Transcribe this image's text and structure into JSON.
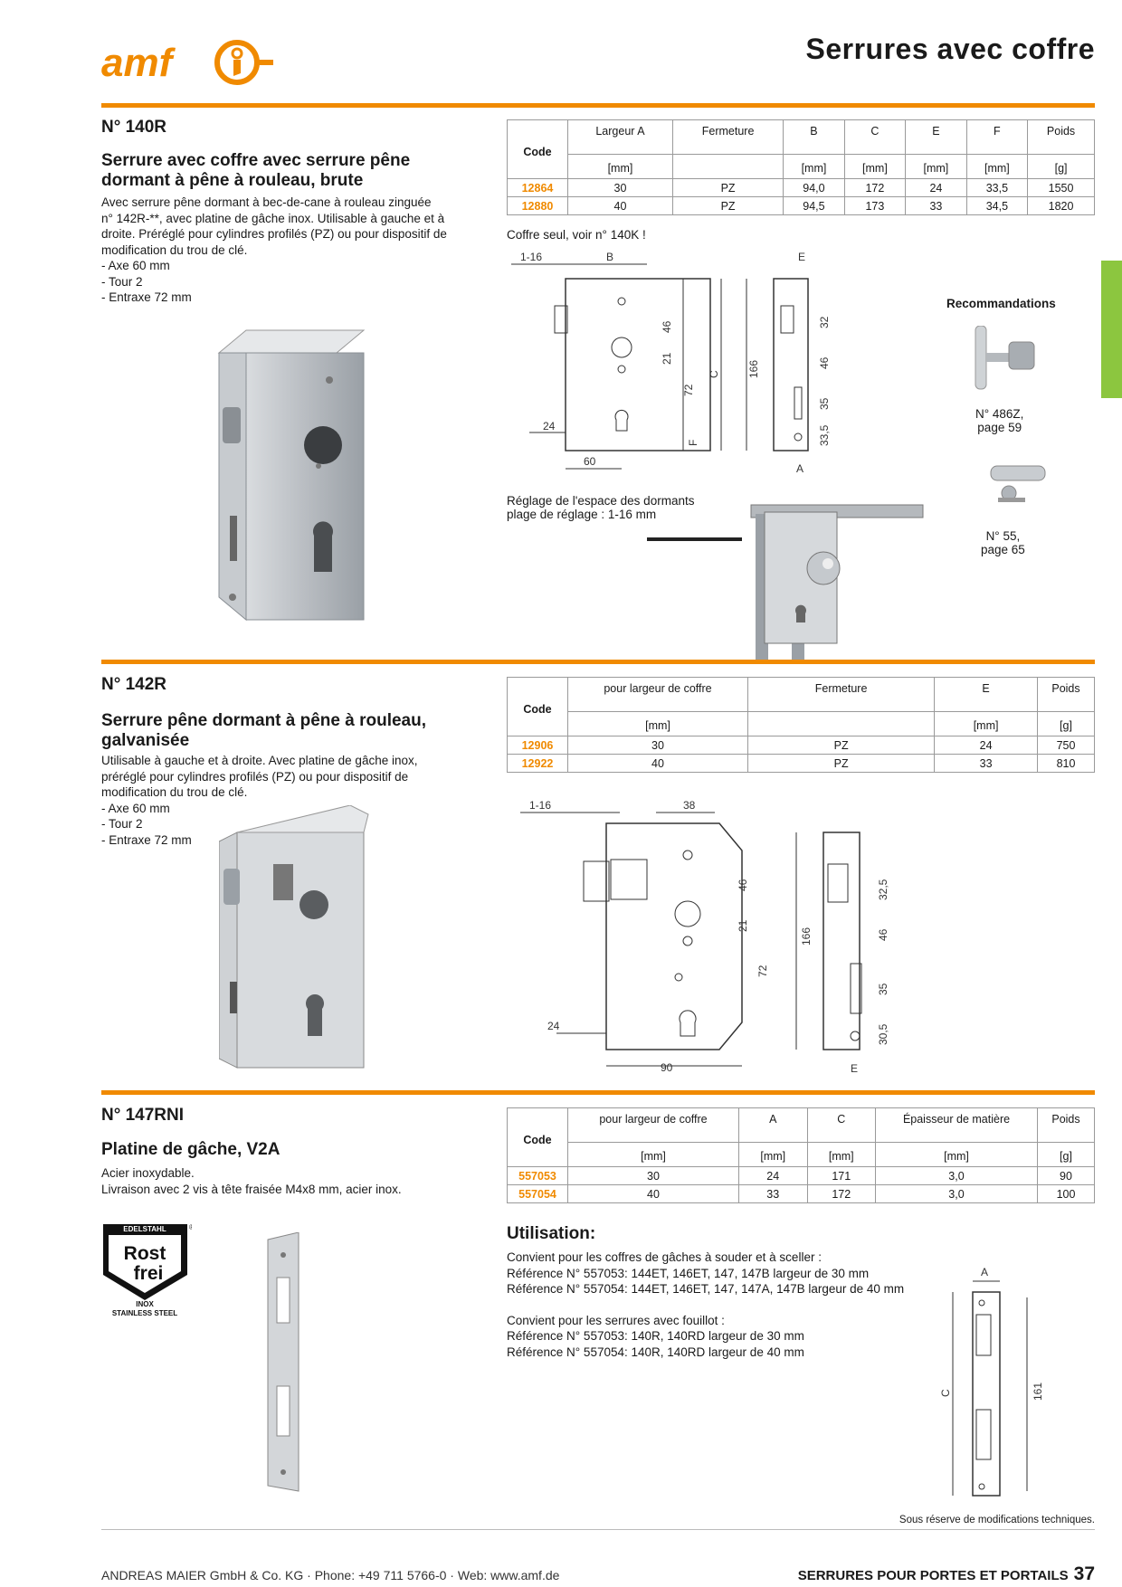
{
  "header": {
    "logo_text": "amf",
    "page_title": "Serrures avec coffre"
  },
  "colors": {
    "accent": "#f08a00",
    "side_tab": "#8cc63f"
  },
  "products": [
    {
      "number": "N° 140R",
      "title_line1": "Serrure avec coffre avec serrure pêne",
      "title_line2": "dormant à pêne à rouleau, brute",
      "desc": [
        "Avec serrure pêne dormant à bec-de-cane à rouleau zinguée",
        "n° 142R-**, avec platine de gâche inox. Utilisable à gauche et à",
        "droite. Préréglé pour cylindres profilés (PZ) ou pour dispositif de",
        "modification du trou de clé.",
        "- Axe 60 mm",
        "- Tour 2",
        "- Entraxe 72 mm"
      ],
      "table": {
        "headers": [
          "Code",
          "Largeur A",
          "Fermeture",
          "B",
          "C",
          "E",
          "F",
          "Poids"
        ],
        "units": [
          "",
          "[mm]",
          "",
          "[mm]",
          "[mm]",
          "[mm]",
          "[mm]",
          "[g]"
        ],
        "rows": [
          [
            "12864",
            "30",
            "PZ",
            "94,0",
            "172",
            "24",
            "33,5",
            "1550"
          ],
          [
            "12880",
            "40",
            "PZ",
            "94,5",
            "173",
            "33",
            "34,5",
            "1820"
          ]
        ]
      },
      "note": "Coffre seul, voir n° 140K !",
      "adjust_line1": "Réglage de l'espace des dormants",
      "adjust_line2": "plage de réglage : 1-16 mm",
      "recommandations": "Recommandations",
      "rec1_line1": "N° 486Z,",
      "rec1_line2": "page 59",
      "rec2_line1": "N° 55,",
      "rec2_line2": "page 65",
      "drawing_labels": {
        "adj": "1-16",
        "b": "B",
        "e": "E",
        "a": "A",
        "c": "C",
        "f": "F",
        "d46": "46",
        "d21": "21",
        "d72": "72",
        "d166": "166",
        "d32": "32",
        "d46b": "46",
        "d35": "35",
        "d33": "33,5",
        "d24": "24",
        "d60": "60"
      }
    },
    {
      "number": "N° 142R",
      "title_line1": "Serrure pêne dormant à pêne à rouleau,",
      "title_line2": "galvanisée",
      "desc": [
        "Utilisable à gauche et à droite. Avec platine de gâche inox,",
        "préréglé pour cylindres profilés (PZ) ou pour dispositif de",
        "modification du trou de clé.",
        "- Axe 60 mm",
        "- Tour 2",
        "- Entraxe 72 mm"
      ],
      "table": {
        "headers": [
          "Code",
          "pour largeur de coffre",
          "Fermeture",
          "E",
          "Poids"
        ],
        "units": [
          "",
          "[mm]",
          "",
          "[mm]",
          "[g]"
        ],
        "rows": [
          [
            "12906",
            "30",
            "PZ",
            "24",
            "750"
          ],
          [
            "12922",
            "40",
            "PZ",
            "33",
            "810"
          ]
        ]
      },
      "drawing_labels": {
        "adj": "1-16",
        "w38": "38",
        "d46": "46",
        "d21": "21",
        "d72": "72",
        "d166": "166",
        "d32": "32,5",
        "d46b": "46",
        "d35": "35",
        "d30": "30,5",
        "d24": "24",
        "d90": "90",
        "e": "E"
      }
    },
    {
      "number": "N° 147RNI",
      "title_line1": "Platine de gâche, V2A",
      "desc": [
        "Acier inoxydable.",
        "Livraison avec 2 vis à tête fraisée M4x8 mm, acier inox."
      ],
      "badge": {
        "top": "EDELSTAHL",
        "line1": "Rost",
        "line2": "frei",
        "reg": "®",
        "bottom1": "INOX",
        "bottom2": "STAINLESS STEEL"
      },
      "table": {
        "headers": [
          "Code",
          "pour largeur de coffre",
          "A",
          "C",
          "Épaisseur de matière",
          "Poids"
        ],
        "units": [
          "",
          "[mm]",
          "[mm]",
          "[mm]",
          "[mm]",
          "[g]"
        ],
        "rows": [
          [
            "557053",
            "30",
            "24",
            "171",
            "3,0",
            "90"
          ],
          [
            "557054",
            "40",
            "33",
            "172",
            "3,0",
            "100"
          ]
        ]
      },
      "utilisation_title": "Utilisation:",
      "utilisation": [
        "Convient pour les coffres de gâches à souder et à sceller :",
        "Référence N° 557053: 144ET, 146ET, 147, 147B largeur de 30 mm",
        "Référence N° 557054: 144ET, 146ET, 147, 147A, 147B largeur de 40 mm",
        "",
        "Convient pour les serrures avec fouillot :",
        "Référence N° 557053: 140R, 140RD largeur de 30 mm",
        "Référence N° 557054: 140R, 140RD largeur de 40 mm"
      ],
      "drawing_labels": {
        "a": "A",
        "c": "C",
        "d161": "161"
      }
    }
  ],
  "footer": {
    "note": "Sous réserve de modifications techniques.",
    "company": "ANDREAS MAIER GmbH & Co. KG · Phone: +49 711 5766-0 · Web: www.amf.de",
    "section": "SERRURES POUR PORTES ET PORTAILS",
    "page": "37"
  }
}
